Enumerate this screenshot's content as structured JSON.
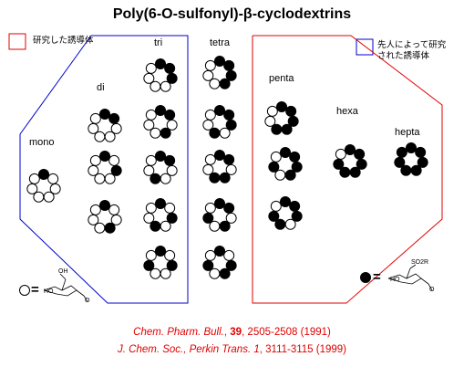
{
  "title": "Poly(6-O-sulfonyl)-β-cyclodextrins",
  "legend": {
    "studied": {
      "text": "研究した誘導体",
      "color": "#e00000"
    },
    "prior": {
      "text_line1": "先人によって研究",
      "text_line2": "された誘導体",
      "color": "#0000cc"
    }
  },
  "groups": {
    "mono": "mono",
    "di": "di",
    "tri": "tri",
    "tetra": "tetra",
    "penta": "penta",
    "hexa": "hexa",
    "hepta": "hepta"
  },
  "key": {
    "open_equals": "=",
    "filled_equals": "=",
    "open_struct_labels": [
      "OH",
      "HO",
      "O"
    ],
    "filled_struct_labels": [
      "SO2R",
      "HO",
      "O"
    ]
  },
  "references": [
    {
      "journal": "Chem. Pharm. Bull.",
      "volume": "39",
      "pages": "2505-2508 (1991)"
    },
    {
      "journal": "J. Chem. Soc., Perkin Trans. 1",
      "volume": "",
      "pages": "3111-3115 (1999)"
    }
  ],
  "colors": {
    "red": "#e00000",
    "blue": "#0000cc",
    "ink": "#000000"
  },
  "rings": [
    {
      "group": "mono",
      "filled": [
        0
      ]
    },
    {
      "group": "di",
      "filled": [
        0,
        1
      ]
    },
    {
      "group": "di",
      "filled": [
        0,
        2
      ]
    },
    {
      "group": "di",
      "filled": [
        0,
        3
      ]
    },
    {
      "group": "tri",
      "filled": [
        0,
        1,
        2
      ]
    },
    {
      "group": "tri",
      "filled": [
        0,
        1,
        3
      ]
    },
    {
      "group": "tri",
      "filled": [
        0,
        1,
        4
      ]
    },
    {
      "group": "tri",
      "filled": [
        0,
        2,
        4
      ]
    },
    {
      "group": "tri",
      "filled": [
        0,
        2,
        5
      ]
    },
    {
      "group": "tetra",
      "filled": [
        0,
        1,
        2,
        3
      ]
    },
    {
      "group": "tetra",
      "filled": [
        0,
        1,
        2,
        4
      ]
    },
    {
      "group": "tetra",
      "filled": [
        0,
        1,
        3,
        4
      ]
    },
    {
      "group": "tetra",
      "filled": [
        0,
        1,
        3,
        5
      ]
    },
    {
      "group": "tetra",
      "filled": [
        0,
        2,
        3,
        5
      ]
    },
    {
      "group": "penta",
      "filled": [
        0,
        1,
        2,
        3,
        4
      ]
    },
    {
      "group": "penta",
      "filled": [
        0,
        1,
        2,
        3,
        5
      ]
    },
    {
      "group": "penta",
      "filled": [
        0,
        1,
        2,
        4,
        5
      ]
    },
    {
      "group": "hexa",
      "filled": [
        0,
        1,
        2,
        3,
        4,
        5
      ]
    },
    {
      "group": "hepta",
      "filled": [
        0,
        1,
        2,
        3,
        4,
        5,
        6
      ]
    }
  ]
}
